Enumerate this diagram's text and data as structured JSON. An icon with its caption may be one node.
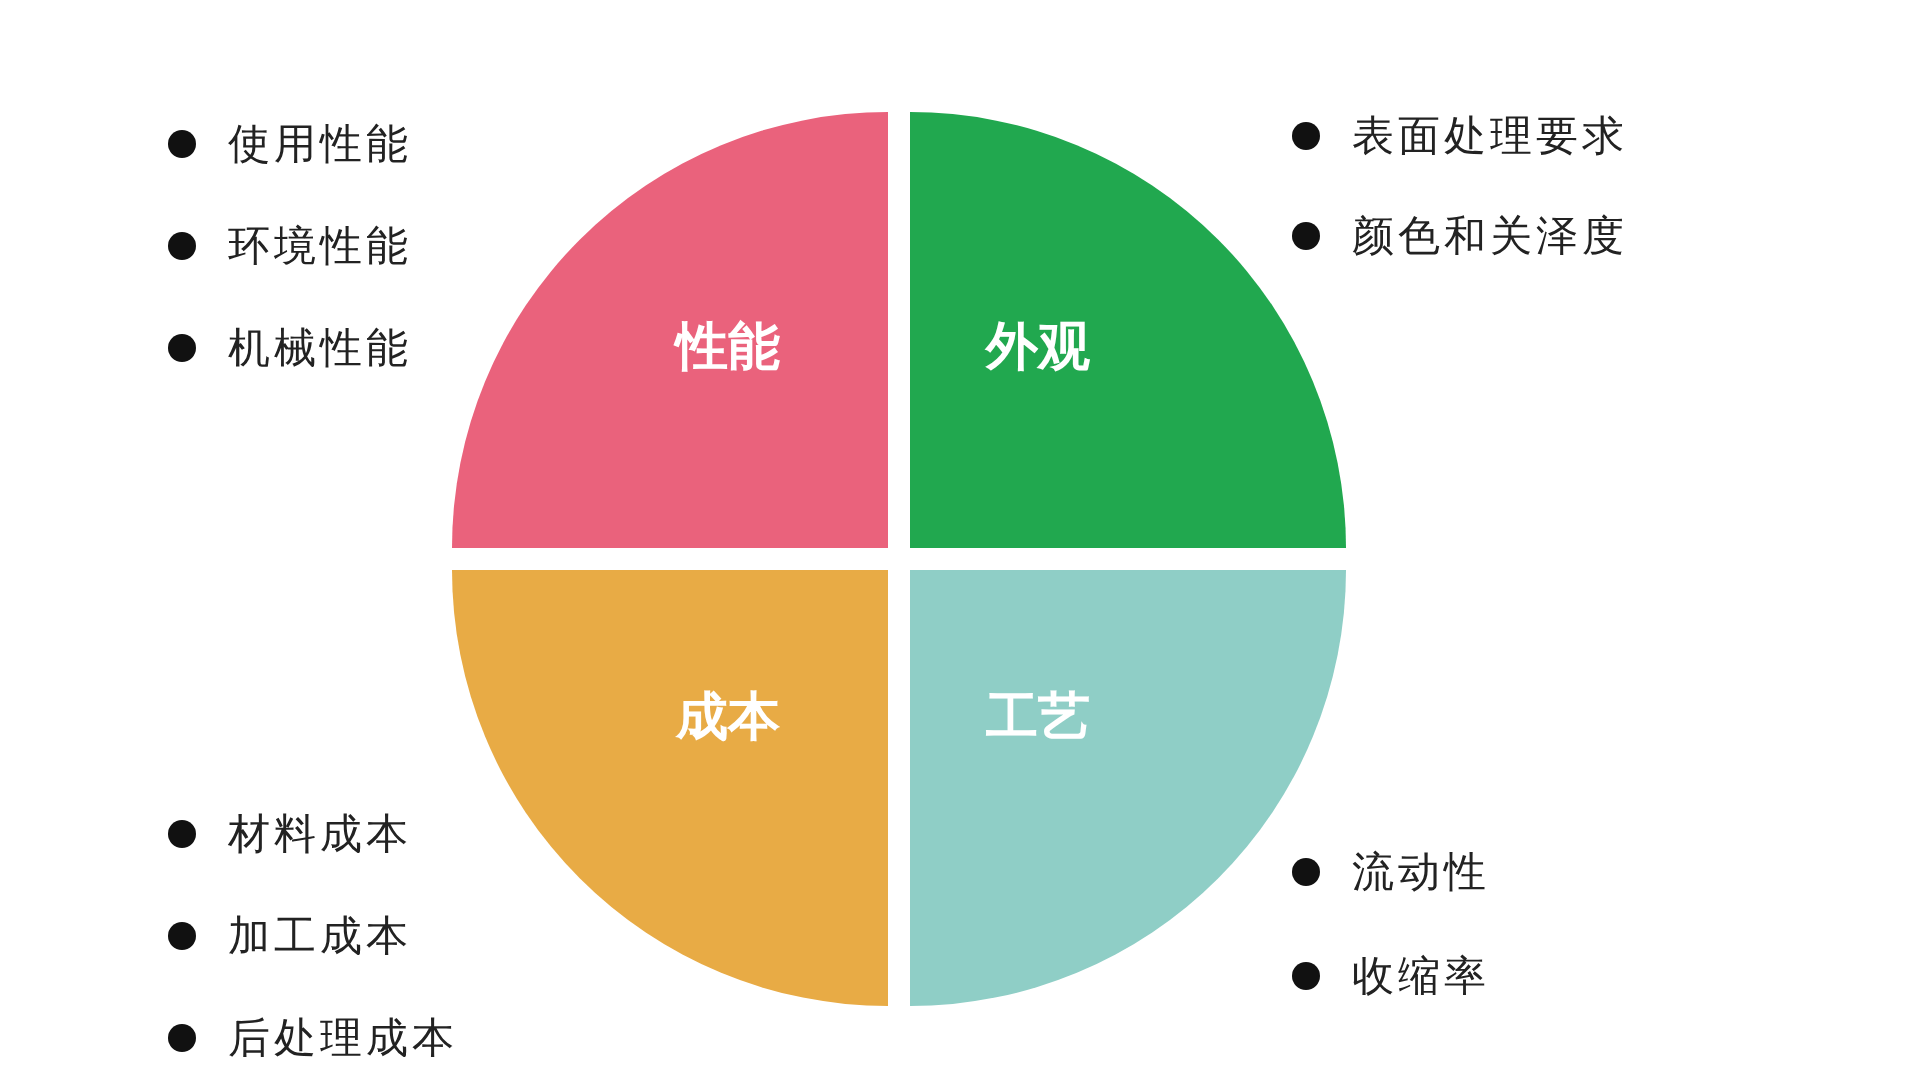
{
  "diagram": {
    "nodes": [
      {
        "text": [
          "性能"
        ],
        "beside": [
          "使用性能",
          "环境性能",
          "机械性能"
        ]
      },
      {
        "text": [
          "外观"
        ],
        "beside": [
          "表面处理要求",
          "颜色和关泽度"
        ]
      },
      {
        "text": [
          "成本"
        ],
        "beside": [
          "材料成本",
          "加工成本",
          "后处理成本"
        ]
      },
      {
        "text": [
          "工艺"
        ],
        "beside": [
          "流动性",
          "收缩率"
        ]
      }
    ]
  }
}
